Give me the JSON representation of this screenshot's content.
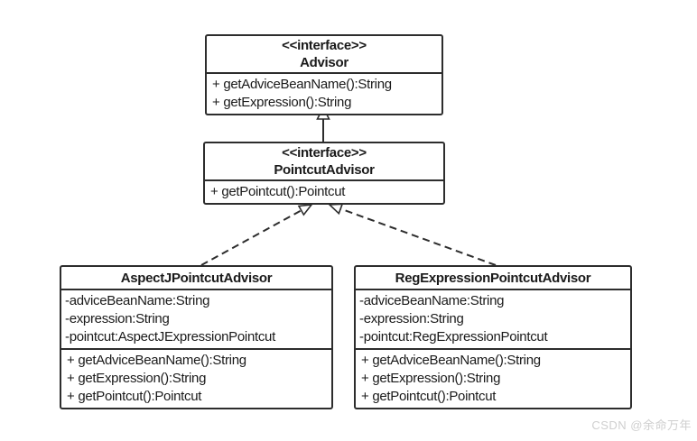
{
  "diagram": {
    "classes": [
      {
        "id": "advisor",
        "stereotype": "<<interface>>",
        "name": "Advisor",
        "attributes": [],
        "methods": [
          "+ getAdviceBeanName():String",
          "+ getExpression():String"
        ]
      },
      {
        "id": "pointcut-advisor",
        "stereotype": "<<interface>>",
        "name": "PointcutAdvisor",
        "attributes": [],
        "methods": [
          "+ getPointcut():Pointcut"
        ]
      },
      {
        "id": "aspectj-pointcut-advisor",
        "stereotype": "",
        "name": "AspectJPointcutAdvisor",
        "attributes": [
          "-adviceBeanName:String",
          "-expression:String",
          "-pointcut:AspectJExpressionPointcut"
        ],
        "methods": [
          "+ getAdviceBeanName():String",
          "+ getExpression():String",
          "+ getPointcut():Pointcut"
        ]
      },
      {
        "id": "regexpression-pointcut-advisor",
        "stereotype": "",
        "name": "RegExpressionPointcutAdvisor",
        "attributes": [
          "-adviceBeanName:String",
          "-expression:String",
          "-pointcut:RegExpressionPointcut"
        ],
        "methods": [
          "+ getAdviceBeanName():String",
          "+ getExpression():String",
          "+ getPointcut():Pointcut"
        ]
      }
    ],
    "relations": [
      {
        "from": "PointcutAdvisor",
        "to": "Advisor",
        "type": "generalization",
        "line": "solid",
        "head": "hollow-triangle"
      },
      {
        "from": "AspectJPointcutAdvisor",
        "to": "PointcutAdvisor",
        "type": "realization",
        "line": "dashed",
        "head": "hollow-triangle"
      },
      {
        "from": "RegExpressionPointcutAdvisor",
        "to": "PointcutAdvisor",
        "type": "realization",
        "line": "dashed",
        "head": "hollow-triangle"
      }
    ],
    "colors": {
      "line": "#2d2d2d",
      "text": "#1a1a1a",
      "box_fill": "#ffffff",
      "background": "#ffffff",
      "watermark": "#cfcfcf"
    }
  },
  "watermark": {
    "text": "CSDN @余命万年"
  }
}
